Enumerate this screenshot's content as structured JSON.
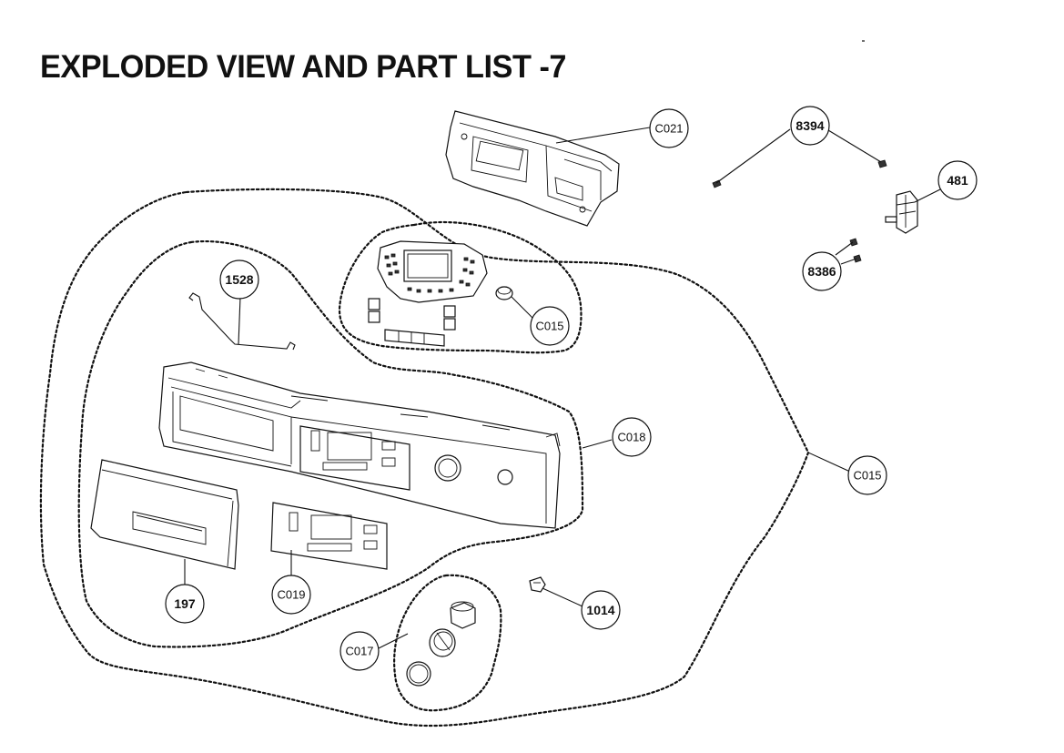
{
  "title": "EXPLODED VIEW AND PART LIST -7",
  "callouts": {
    "c021": "C021",
    "p8394": "8394",
    "p481": "481",
    "p8386": "8386",
    "p1528": "1528",
    "c015_top": "C015",
    "c018": "C018",
    "c015_right": "C015",
    "p197": "197",
    "c019": "C019",
    "c017": "C017",
    "p1014": "1014"
  }
}
